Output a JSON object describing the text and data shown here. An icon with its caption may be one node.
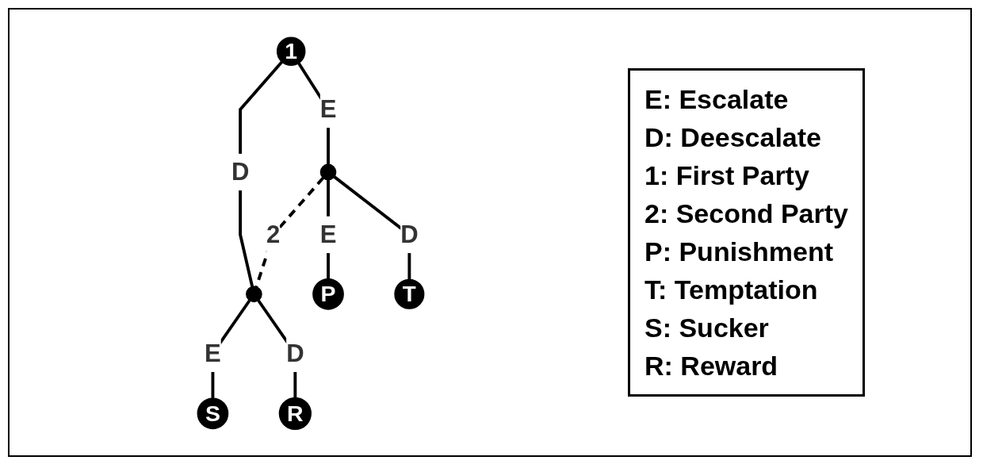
{
  "diagram": {
    "nodes": [
      {
        "text": [
          "1"
        ]
      },
      {
        "text": [],
        "shape": "circle"
      },
      {
        "text": [],
        "shape": "circle"
      },
      {
        "text": [
          "P"
        ]
      },
      {
        "text": [
          "T"
        ]
      },
      {
        "text": [
          "S"
        ]
      },
      {
        "text": [
          "R"
        ]
      }
    ],
    "edges": [
      {
        "from": 0,
        "to": 1,
        "arrow": "none",
        "label": "E"
      },
      {
        "from": 0,
        "to": 2,
        "arrow": "none",
        "label": "D"
      },
      {
        "from": 1,
        "to": 2,
        "arrow": "none",
        "label": "2",
        "style": "dashed"
      },
      {
        "from": 1,
        "to": 3,
        "arrow": "none",
        "label": "E"
      },
      {
        "from": 1,
        "to": 4,
        "arrow": "none",
        "label": "D"
      },
      {
        "from": 2,
        "to": 5,
        "arrow": "none",
        "label": "E"
      },
      {
        "from": 2,
        "to": 6,
        "arrow": "none",
        "label": "D"
      }
    ],
    "legend": [
      {
        "text": "E: Escalate"
      },
      {
        "text": "D: Deescalate"
      },
      {
        "text": "1: First Party"
      },
      {
        "text": "2: Second Party"
      },
      {
        "text": "P: Punishment"
      },
      {
        "text": "T: Temptation"
      },
      {
        "text": "S: Sucker"
      },
      {
        "text": "R: Reward"
      }
    ]
  }
}
